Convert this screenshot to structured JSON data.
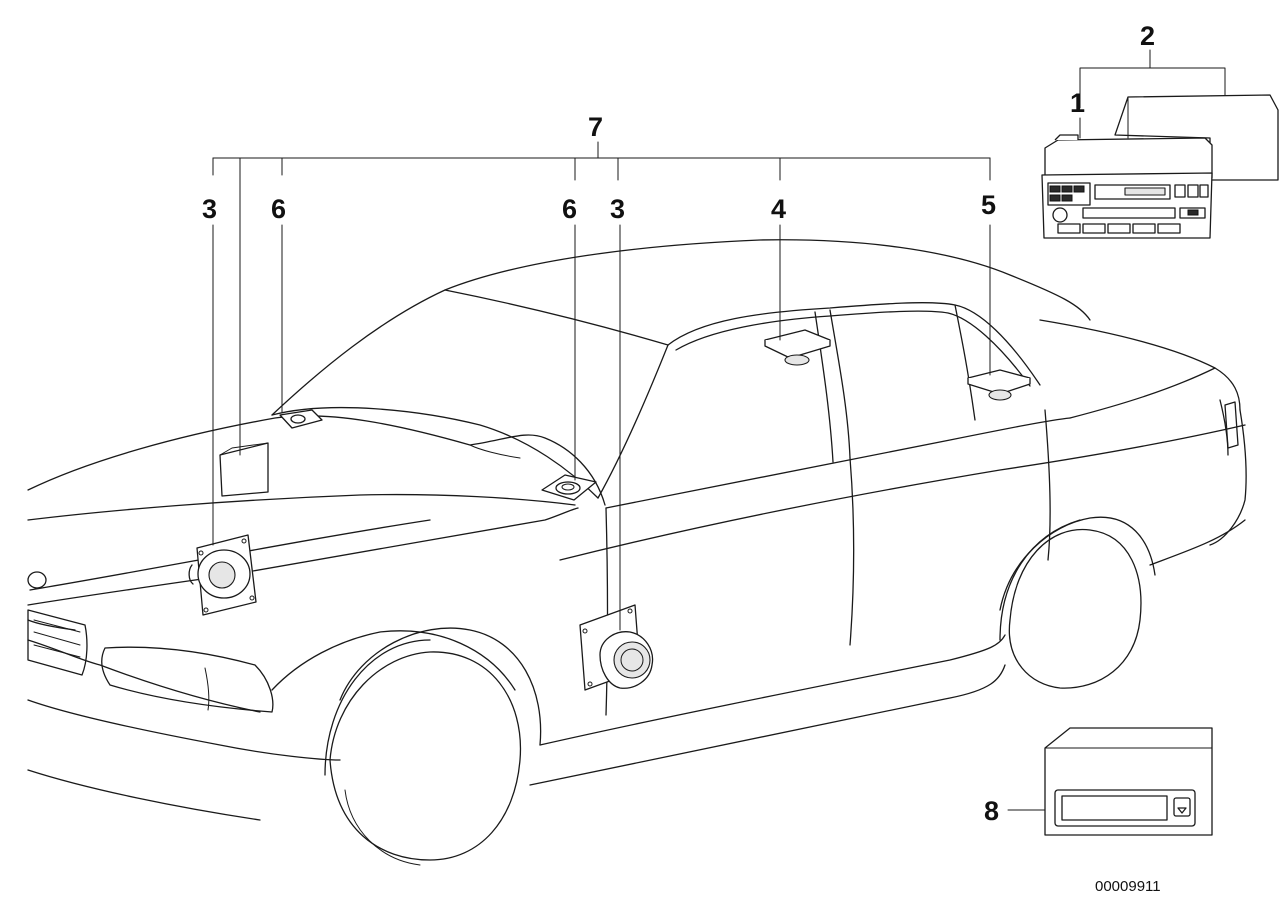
{
  "diagram": {
    "document_number": "00009911",
    "callouts": [
      {
        "id": "c2",
        "label": "2"
      },
      {
        "id": "c1",
        "label": "1"
      },
      {
        "id": "c7",
        "label": "7"
      },
      {
        "id": "c3a",
        "label": "3"
      },
      {
        "id": "c6a",
        "label": "6"
      },
      {
        "id": "c6b",
        "label": "6"
      },
      {
        "id": "c3b",
        "label": "3"
      },
      {
        "id": "c4",
        "label": "4"
      },
      {
        "id": "c5",
        "label": "5"
      },
      {
        "id": "c8",
        "label": "8"
      }
    ]
  }
}
